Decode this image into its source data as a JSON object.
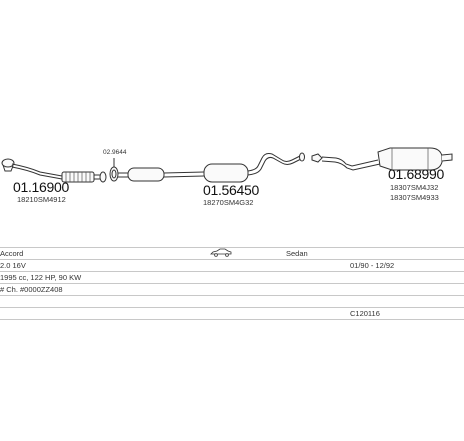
{
  "parts": [
    {
      "number": "01.16900",
      "code": "18210SM4912"
    },
    {
      "number": "02.9644",
      "code": ""
    },
    {
      "number": "01.56450",
      "code": "18270SM4G32"
    },
    {
      "number": "01.68990",
      "code": "18307SM4J32",
      "code2": "18307SM4933"
    }
  ],
  "vehicle": {
    "make_model": "Accord",
    "body_type": "Sedan",
    "engine": "2.0 16V",
    "years": "01/90 - 12/92",
    "specs": "1995 cc, 122 HP, 90 KW",
    "chassis": "# Ch. #0000ZZ408",
    "catalog_number": "C120116"
  },
  "icons": {
    "car": "car-silhouette-icon"
  },
  "colors": {
    "line": "#333333",
    "divider": "#c8c8c8"
  }
}
